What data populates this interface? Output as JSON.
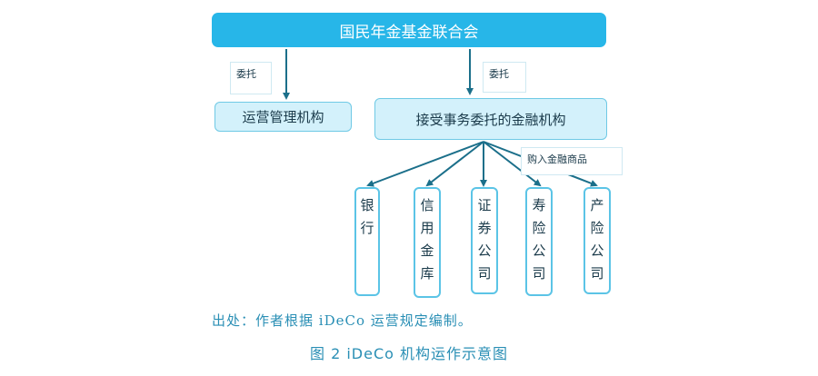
{
  "top": {
    "label": "国民年金基金联合会"
  },
  "left_box": {
    "label": "运营管理机构"
  },
  "right_box": {
    "label": "接受事务委托的金融机构"
  },
  "tags": {
    "left": "委托",
    "right": "委托",
    "purchase": "购入金融商品"
  },
  "institutions": [
    {
      "chars": [
        "银",
        "行"
      ]
    },
    {
      "chars": [
        "信",
        "用",
        "金",
        "库"
      ]
    },
    {
      "chars": [
        "证",
        "券",
        "公",
        "司"
      ]
    },
    {
      "chars": [
        "寿",
        "险",
        "公",
        "司"
      ]
    },
    {
      "chars": [
        "产",
        "险",
        "公",
        "司"
      ]
    }
  ],
  "note": "出处：作者根据 iDeCo 运营规定编制。",
  "caption": "图 2   iDeCo 机构运作示意图",
  "colors": {
    "top_fill": "#27b6e8",
    "box_fill": "#d3f1fb",
    "line": "#1b6f8a",
    "text_accent": "#2a8fb5"
  }
}
